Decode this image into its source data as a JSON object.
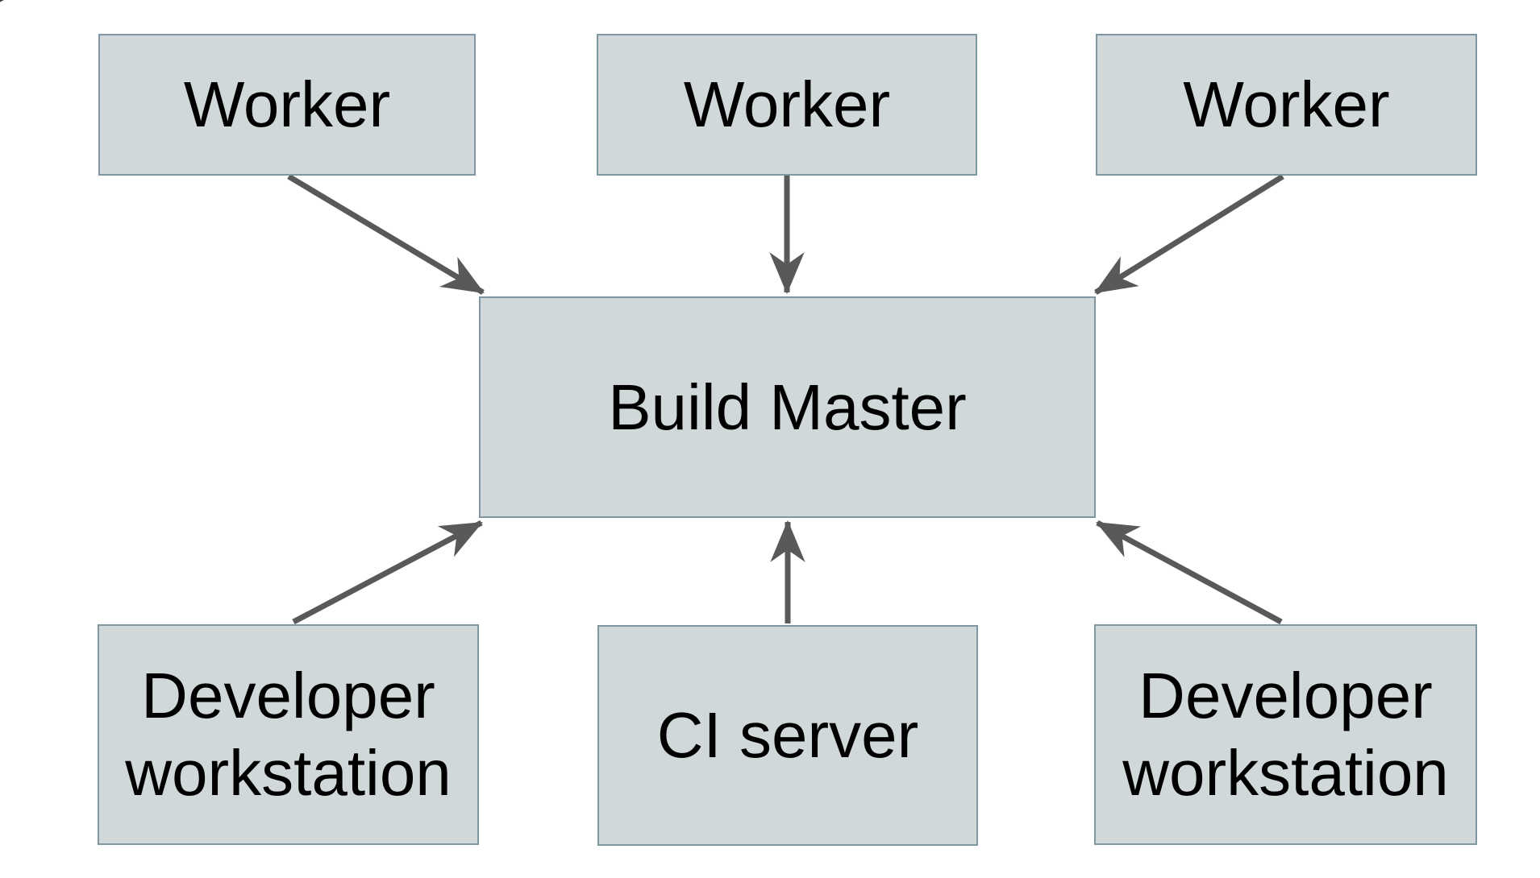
{
  "diagram": {
    "type": "architecture-diagram",
    "description": "Distributed build system diagram: three Worker nodes point down into a central Build Master; two Developer workstations and a CI server point up into the Build Master.",
    "colors": {
      "background": "#ffffff",
      "node_fill": "#d1d8da",
      "node_border": "#7e97a1",
      "arrow": "#595959",
      "text": "#000000"
    },
    "nodes": [
      {
        "id": "worker-1",
        "label": "Worker"
      },
      {
        "id": "worker-2",
        "label": "Worker"
      },
      {
        "id": "worker-3",
        "label": "Worker"
      },
      {
        "id": "build-master",
        "label": "Build Master"
      },
      {
        "id": "developer-workstation-left",
        "label": "Developer workstation"
      },
      {
        "id": "ci-server",
        "label": "CI server"
      },
      {
        "id": "developer-workstation-right",
        "label": "Developer workstation"
      }
    ],
    "edges": [
      {
        "from": "worker-1",
        "to": "build-master",
        "direction": "down-right"
      },
      {
        "from": "worker-2",
        "to": "build-master",
        "direction": "down"
      },
      {
        "from": "worker-3",
        "to": "build-master",
        "direction": "down-left"
      },
      {
        "from": "developer-workstation-left",
        "to": "build-master",
        "direction": "up-right"
      },
      {
        "from": "ci-server",
        "to": "build-master",
        "direction": "up"
      },
      {
        "from": "developer-workstation-right",
        "to": "build-master",
        "direction": "up-left"
      }
    ]
  }
}
